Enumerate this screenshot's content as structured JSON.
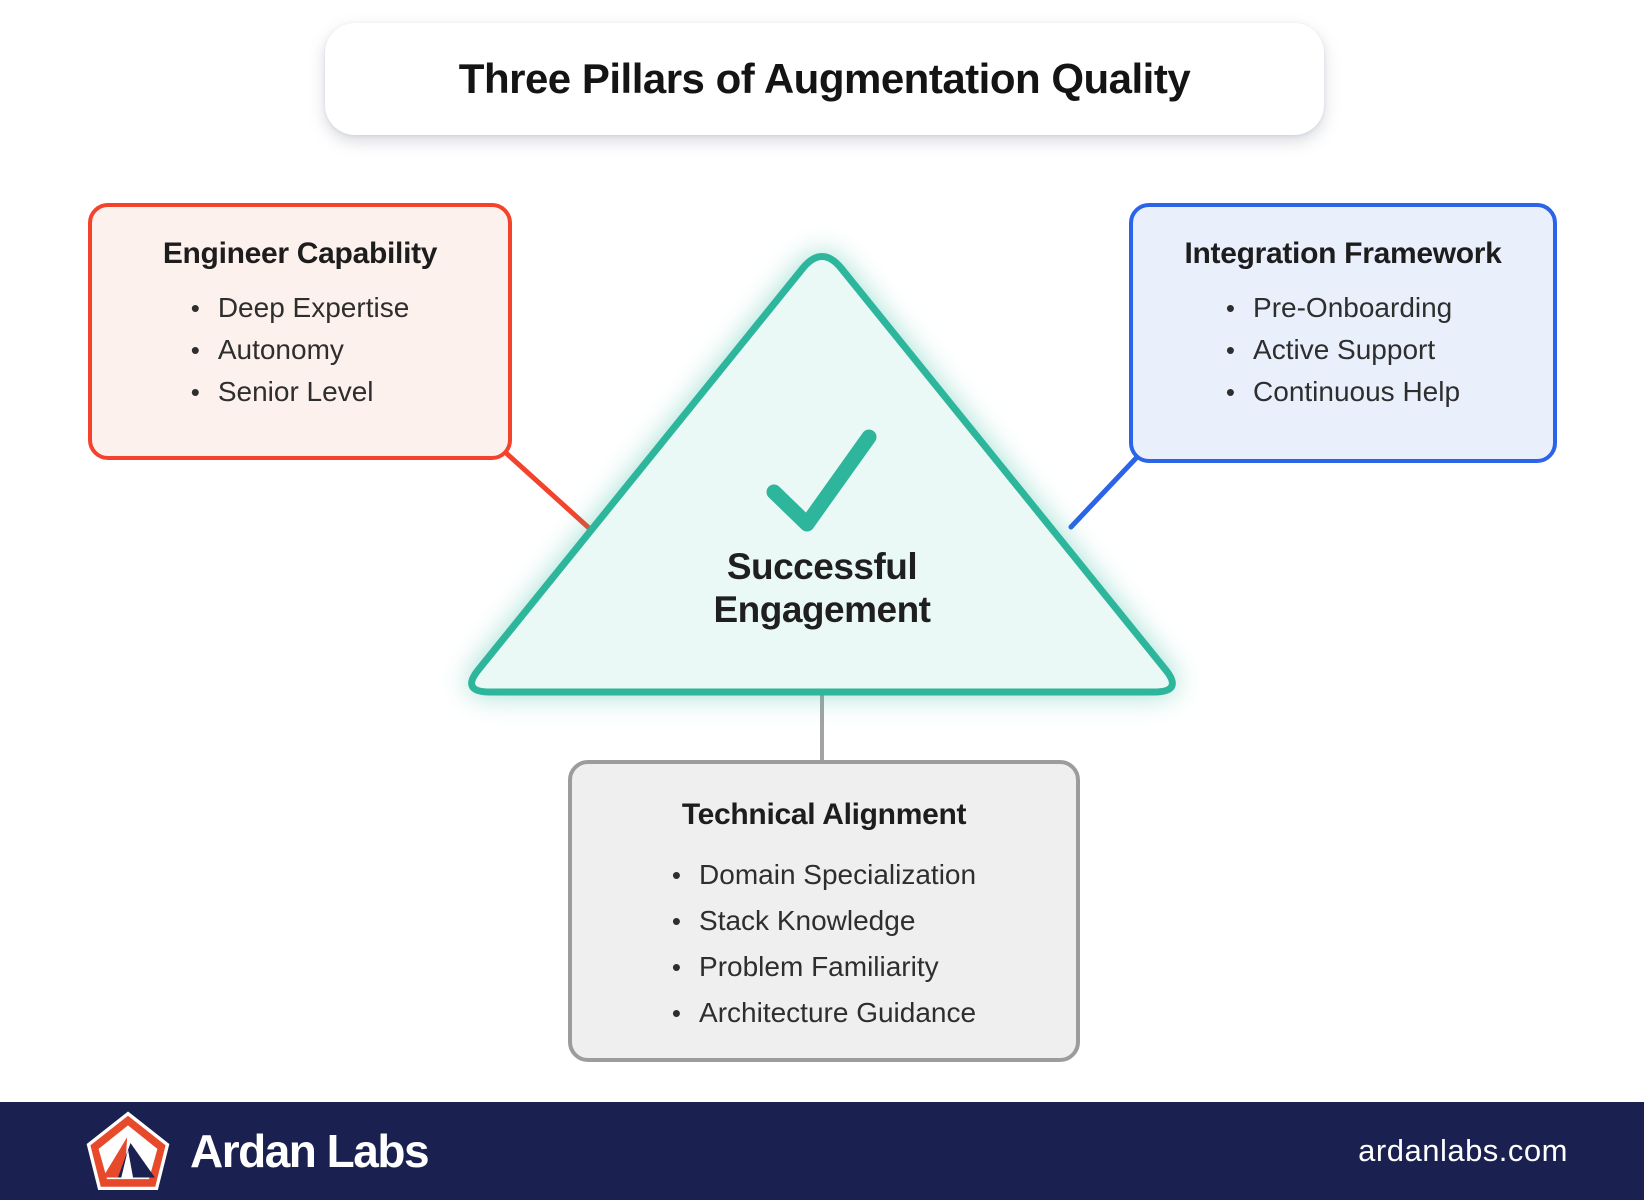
{
  "title": "Three Pillars of Augmentation Quality",
  "pillars": {
    "left": {
      "title": "Engineer Capability",
      "items": [
        "Deep Expertise",
        "Autonomy",
        "Senior Level"
      ]
    },
    "right": {
      "title": "Integration Framework",
      "items": [
        "Pre-Onboarding",
        "Active Support",
        "Continuous Help"
      ]
    },
    "bottom": {
      "title": "Technical Alignment",
      "items": [
        "Domain Specialization",
        "Stack Knowledge",
        "Problem Familiarity",
        "Architecture Guidance"
      ]
    }
  },
  "center": {
    "line1": "Successful",
    "line2": "Engagement",
    "icon": "checkmark-icon"
  },
  "footer": {
    "brand": "Ardan Labs",
    "website": "ardanlabs.com"
  },
  "colors": {
    "accent_red": "#F4432C",
    "fill_red": "#FDF1ED",
    "accent_blue": "#2B64E8",
    "fill_blue": "#E9F0FC",
    "accent_teal": "#2DB69B",
    "fill_teal": "#EAF9F5",
    "accent_gray": "#9C9C9C",
    "fill_gray": "#EFEFEF",
    "footer_navy": "#1A2050",
    "logo_orange": "#E64A2B"
  }
}
